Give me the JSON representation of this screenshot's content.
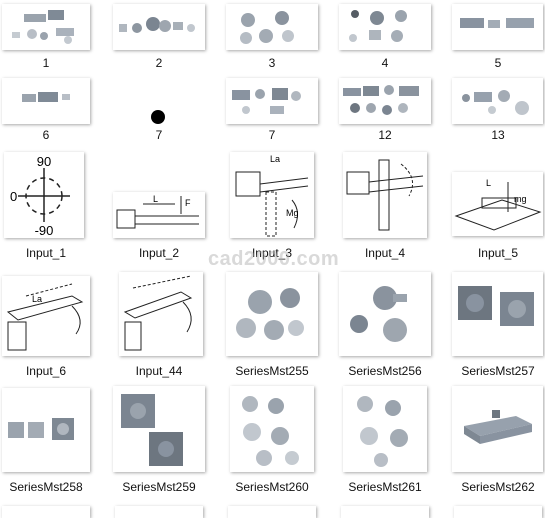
{
  "watermark": "cad2000.com",
  "items": [
    {
      "label": "1"
    },
    {
      "label": "2"
    },
    {
      "label": "3"
    },
    {
      "label": "4"
    },
    {
      "label": "5"
    },
    {
      "label": "6"
    },
    {
      "label": "7"
    },
    {
      "label": "7"
    },
    {
      "label": "12"
    },
    {
      "label": "13"
    },
    {
      "label": "Input_1"
    },
    {
      "label": "Input_2"
    },
    {
      "label": "Input_3"
    },
    {
      "label": "Input_4"
    },
    {
      "label": "Input_5"
    },
    {
      "label": "Input_6"
    },
    {
      "label": "Input_44"
    },
    {
      "label": "SeriesMst255"
    },
    {
      "label": "SeriesMst256"
    },
    {
      "label": "SeriesMst257"
    },
    {
      "label": "SeriesMst258"
    },
    {
      "label": "SeriesMst259"
    },
    {
      "label": "SeriesMst260"
    },
    {
      "label": "SeriesMst261"
    },
    {
      "label": "SeriesMst262"
    }
  ],
  "diagram_text": {
    "input1_top": "90",
    "input1_left": "0",
    "input1_bottom": "-90",
    "input2_L": "L",
    "input2_F": "F",
    "input3_La": "La",
    "input3_Mg": "Mg",
    "input5_L": "L",
    "input5_mg": "mg",
    "input6_La": "La"
  }
}
